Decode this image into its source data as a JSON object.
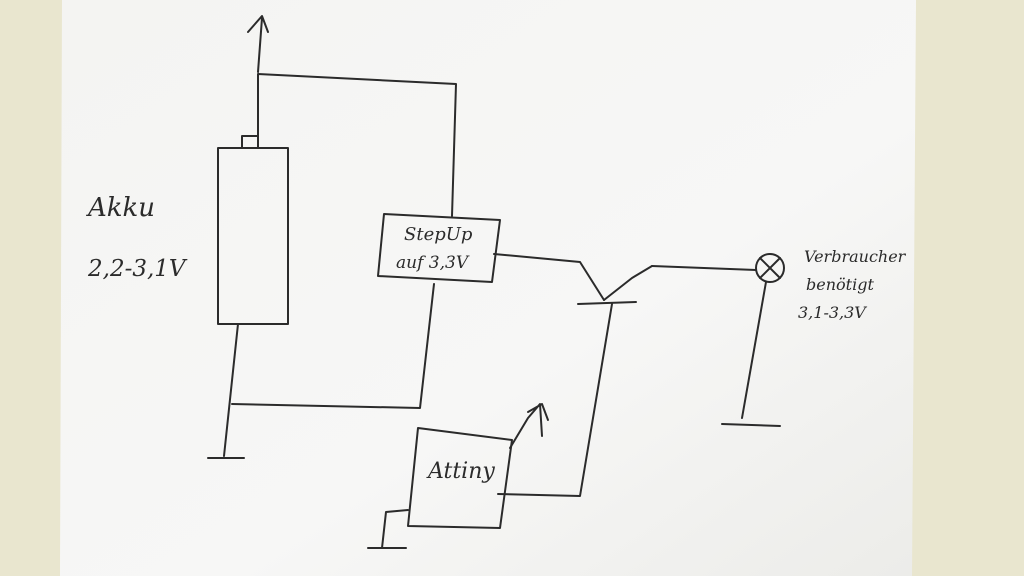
{
  "battery": {
    "label": "Akku",
    "voltage": "2,2-3,1V"
  },
  "stepup": {
    "line1": "StepUp",
    "line2": "auf 3,3V"
  },
  "mcu": {
    "label": "Attiny"
  },
  "consumer": {
    "line1": "Verbraucher",
    "line2": "benötigt",
    "line3": "3,1-3,3V"
  },
  "colors": {
    "paper": "#f6f6f4",
    "background": "#e9e6cf",
    "ink": "#2b2b2b"
  }
}
